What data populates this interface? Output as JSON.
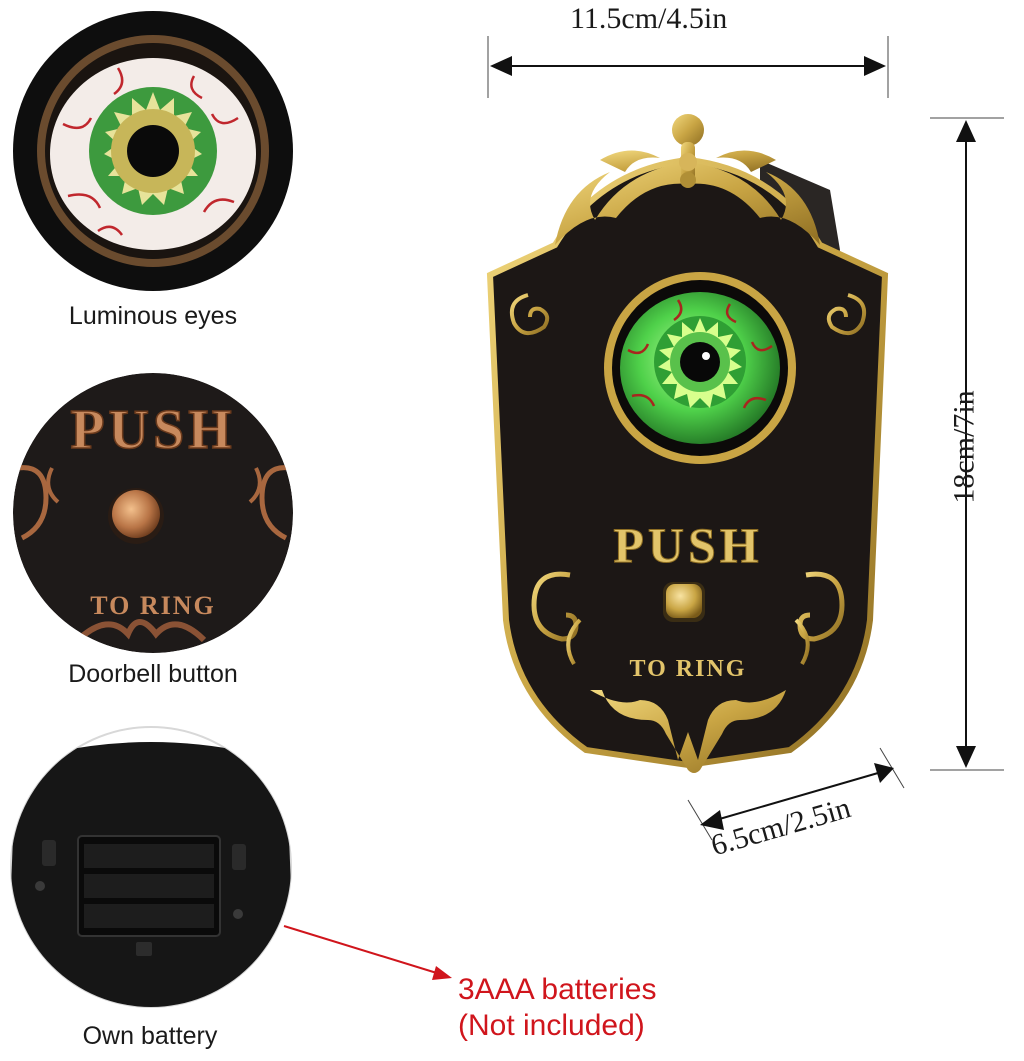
{
  "details": [
    {
      "icon": "luminous-eye-icon",
      "caption": "Luminous eyes"
    },
    {
      "icon": "doorbell-button-icon",
      "caption": "Doorbell button",
      "push_text": "PUSH",
      "ring_text": "TO RING"
    },
    {
      "icon": "battery-compartment-icon",
      "caption": "Own battery"
    }
  ],
  "product": {
    "push_text": "PUSH",
    "ring_text": "TO RING",
    "width_label": "11.5cm/4.5in",
    "height_label": "18cm/7in",
    "depth_label": "6.5cm/2.5in"
  },
  "battery_note": {
    "line1": "3AAA batteries",
    "line2": "(Not included)",
    "color": "#d0151c"
  },
  "colors": {
    "gold": "#c9a544",
    "plate": "#1c1715",
    "eye_green": "#4fd14a",
    "copper": "#b87446"
  }
}
